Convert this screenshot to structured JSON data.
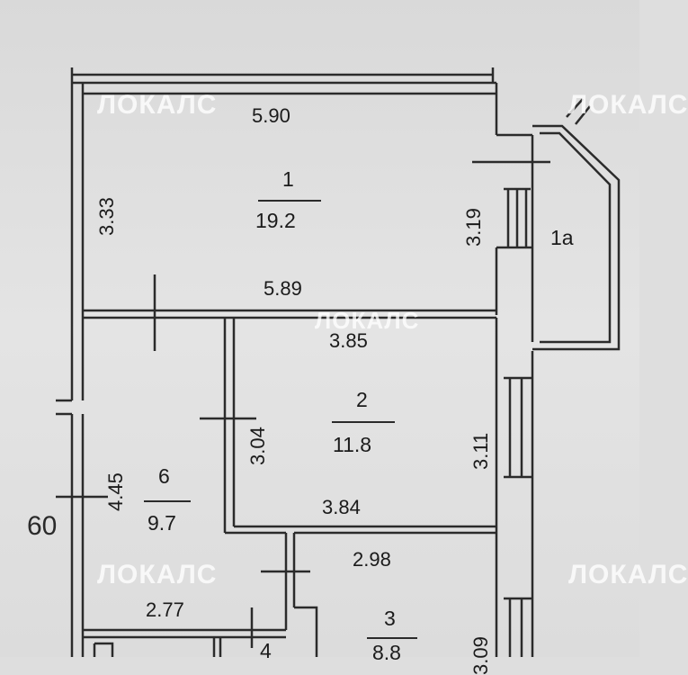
{
  "watermark": "ЛОКАЛС",
  "side_label": "60",
  "rooms": {
    "r1": {
      "number": "1",
      "area": "19.2",
      "dim_top": "5.90",
      "dim_bottom": "5.89",
      "dim_left": "3.33",
      "dim_right": "3.19"
    },
    "r1a": {
      "number": "1a"
    },
    "r2": {
      "number": "2",
      "area": "11.8",
      "dim_top": "3.85",
      "dim_bottom": "3.84",
      "dim_left": "3.04",
      "dim_right": "3.11"
    },
    "r6": {
      "number": "6",
      "area": "9.7",
      "dim_left": "4.45",
      "dim_bottom": "2.77"
    },
    "r3": {
      "number": "3",
      "area": "8.8",
      "dim_top": "2.98",
      "dim_right": "3.09"
    },
    "r4": {
      "number": "4"
    }
  }
}
